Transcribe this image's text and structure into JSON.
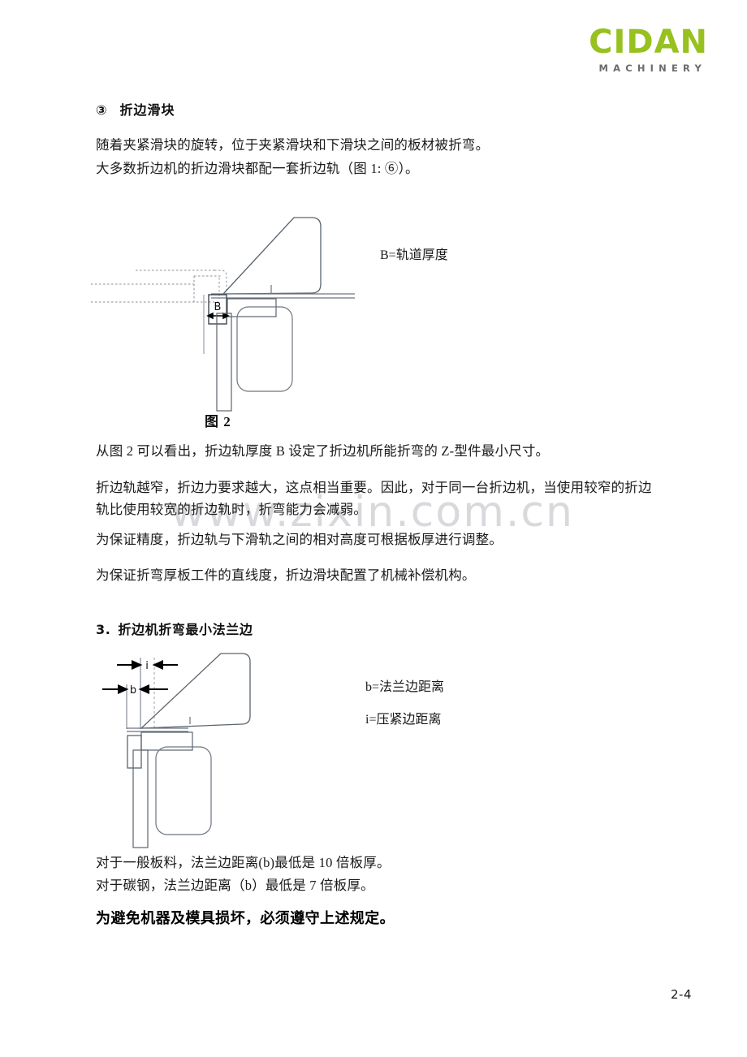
{
  "logo": {
    "word": "CIDAN",
    "subtitle": "MACHINERY",
    "green": "#97c11f",
    "gray": "#6b6b6b"
  },
  "section_item": {
    "marker": "③",
    "title": "折边滑块"
  },
  "paragraphs_intro": [
    "随着夹紧滑块的旋转，位于夹紧滑块和下滑块之间的板材被折弯。",
    "大多数折边机的折边滑块都配一套折边轨（图 1: ⑥）。"
  ],
  "figure1": {
    "caption": "图 2",
    "dimension_label": "B",
    "side_label": "B=轨道厚度"
  },
  "paragraphs_after_fig1": [
    "从图 2 可以看出，折边轨厚度 B 设定了折边机所能折弯的 Z-型件最小尺寸。",
    "折边轨越窄，折边力要求越大，这点相当重要。因此，对于同一台折边机，当使用较窄的折边轨比使用较宽的折边轨时，折弯能力会减弱。",
    "为保证精度，折边轨与下滑轨之间的相对高度可根据板厚进行调整。",
    "为保证折弯厚板工件的直线度，折边滑块配置了机械补偿机构。"
  ],
  "section3": {
    "number": "3.",
    "title": "折边机折弯最小法兰边"
  },
  "figure2": {
    "dimension_label_i": "i",
    "dimension_label_b": "b",
    "side_label_b": "b=法兰边距离",
    "side_label_i": "i=压紧边距离"
  },
  "paragraphs_after_fig2": [
    "对于一般板料，法兰边距离(b)最低是 10 倍板厚。",
    "对于碳钢，法兰边距离（b）最低是 7 倍板厚。"
  ],
  "conclusion": "为避免机器及模具损坏，必须遵守上述规定。",
  "watermark": "www.zixin.com.cn",
  "page_number": "2-4"
}
